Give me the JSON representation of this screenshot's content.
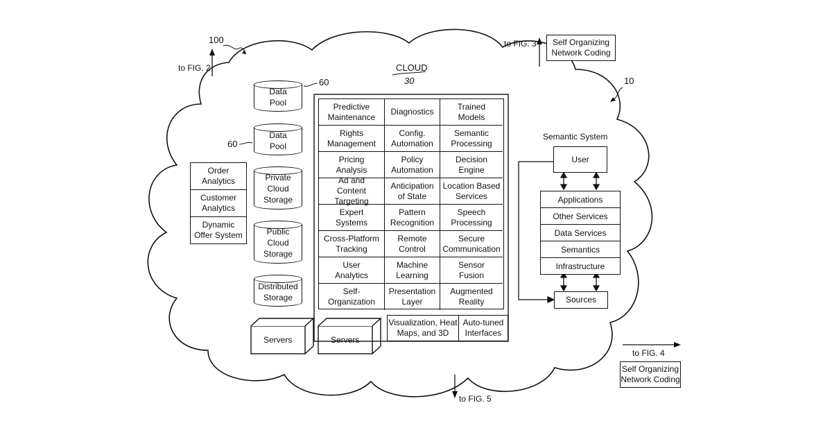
{
  "reference_numerals": {
    "system": "100",
    "network": "10",
    "cloud_ref": "30",
    "pool_ref_top": "60",
    "pool_ref_left": "60"
  },
  "cloud_title": "CLOUD",
  "off_page": {
    "fig2": "to FIG. 2",
    "fig3": "to FIG. 3",
    "fig4": "to FIG. 4",
    "fig5": "to FIG. 5"
  },
  "self_org_top": [
    "Self Organizing",
    "Network Coding"
  ],
  "self_org_bottom": [
    "Self Organizing",
    "Network Coding"
  ],
  "storage": [
    [
      "Data",
      "Pool"
    ],
    [
      "Data",
      "Pool"
    ],
    [
      "Private",
      "Cloud",
      "Storage"
    ],
    [
      "Public",
      "Cloud",
      "Storage"
    ],
    [
      "Distributed",
      "Storage"
    ]
  ],
  "order_stack": [
    [
      "Order",
      "Analytics"
    ],
    [
      "Customer",
      "Analytics"
    ],
    [
      "Dynamic",
      "Offer System"
    ]
  ],
  "servers": [
    "Servers",
    "Servers"
  ],
  "service_grid": [
    [
      [
        "Predictive",
        "Maintenance"
      ],
      [
        "Diagnostics"
      ],
      [
        "Trained",
        "Models"
      ]
    ],
    [
      [
        "Rights",
        "Management"
      ],
      [
        "Config.",
        "Automation"
      ],
      [
        "Semantic",
        "Processing"
      ]
    ],
    [
      [
        "Pricing",
        "Analysis"
      ],
      [
        "Policy",
        "Automation"
      ],
      [
        "Decision",
        "Engine"
      ]
    ],
    [
      [
        "Ad and",
        "Content Targeting"
      ],
      [
        "Anticipation",
        "of State"
      ],
      [
        "Location Based",
        "Services"
      ]
    ],
    [
      [
        "Expert",
        "Systems"
      ],
      [
        "Pattern",
        "Recognition"
      ],
      [
        "Speech",
        "Processing"
      ]
    ],
    [
      [
        "Cross-Platform",
        "Tracking"
      ],
      [
        "Remote",
        "Control"
      ],
      [
        "Secure",
        "Communication"
      ]
    ],
    [
      [
        "User",
        "Analytics"
      ],
      [
        "Machine",
        "Learning"
      ],
      [
        "Sensor",
        "Fusion"
      ]
    ],
    [
      [
        "Self-",
        "Organization"
      ],
      [
        "Presentation",
        "Layer"
      ],
      [
        "Augmented",
        "Reality"
      ]
    ]
  ],
  "bottom_boxes": [
    [
      "Visualization, Heat",
      "Maps, and 3D"
    ],
    [
      "Auto-tuned",
      "Interfaces"
    ]
  ],
  "semantic_system": {
    "title": "Semantic System",
    "user": "User",
    "layers": [
      "Applications",
      "Other Services",
      "Data Services",
      "Semantics",
      "Infrastructure"
    ],
    "sources": "Sources"
  }
}
